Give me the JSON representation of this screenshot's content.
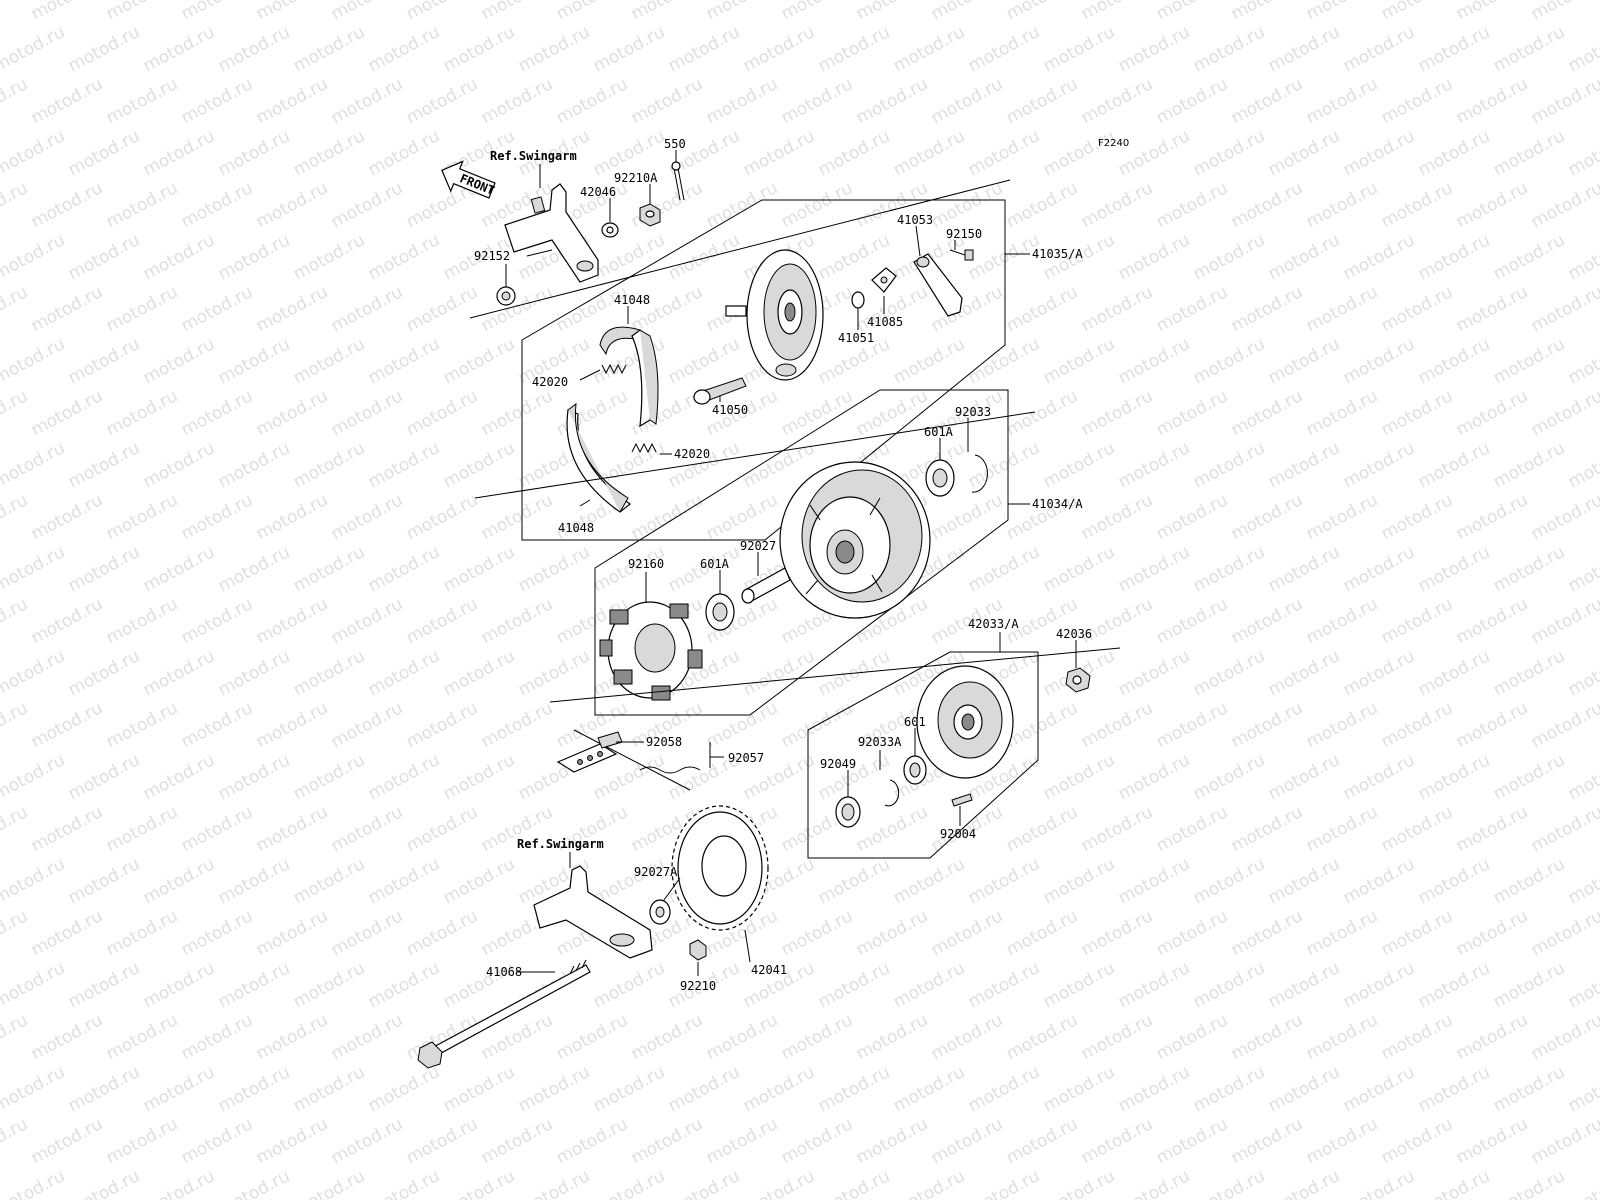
{
  "figure_code": "F2240",
  "watermark": "motod.ru",
  "front_arrow": "FRONT",
  "ref_labels": [
    "Ref.Swingarm",
    "Ref.Swingarm"
  ],
  "parts": {
    "p550": "550",
    "p92210A": "92210A",
    "p42046": "42046",
    "p92152": "92152",
    "p41053": "41053",
    "p92150": "92150",
    "p41035A": "41035/A",
    "p41085": "41085",
    "p41051": "41051",
    "p41048a": "41048",
    "p42020a": "42020",
    "p41050": "41050",
    "p42020b": "42020",
    "p41048b": "41048",
    "p92033": "92033",
    "p601Aa": "601A",
    "p41034A": "41034/A",
    "p92027": "92027",
    "p92160": "92160",
    "p601Ab": "601A",
    "p42033A": "42033/A",
    "p42036": "42036",
    "p601": "601",
    "p92033A": "92033A",
    "p92058": "92058",
    "p92057": "92057",
    "p92049": "92049",
    "p92004": "92004",
    "p92027A": "92027A",
    "p41068": "41068",
    "p42041": "42041",
    "p92210": "92210"
  }
}
